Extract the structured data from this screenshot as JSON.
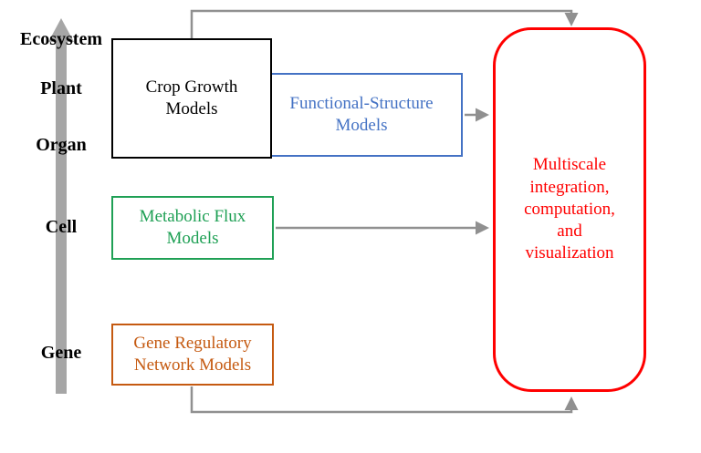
{
  "scale_axis": {
    "labels": [
      "Ecosystem",
      "Plant",
      "Organ",
      "Cell",
      "Gene"
    ],
    "arrow_color": "#A6A6A6"
  },
  "boxes": {
    "crop_growth": {
      "label": "Crop Growth Models",
      "border_color": "#000000",
      "text_color": "#000000"
    },
    "functional_structure": {
      "label": "Functional-Structure Models",
      "border_color": "#4472C4",
      "text_color": "#4472C4"
    },
    "metabolic_flux": {
      "label": "Metabolic Flux Models",
      "border_color": "#1FA055",
      "text_color": "#1FA055"
    },
    "gene_regulatory": {
      "label": "Gene Regulatory Network Models",
      "border_color": "#C55A11",
      "text_color": "#C55A11"
    },
    "multiscale": {
      "label": "Multiscale integration, computation, and visualization",
      "border_color": "#FF0000",
      "text_color": "#FF0000"
    }
  },
  "connectors": {
    "color": "#909090"
  }
}
